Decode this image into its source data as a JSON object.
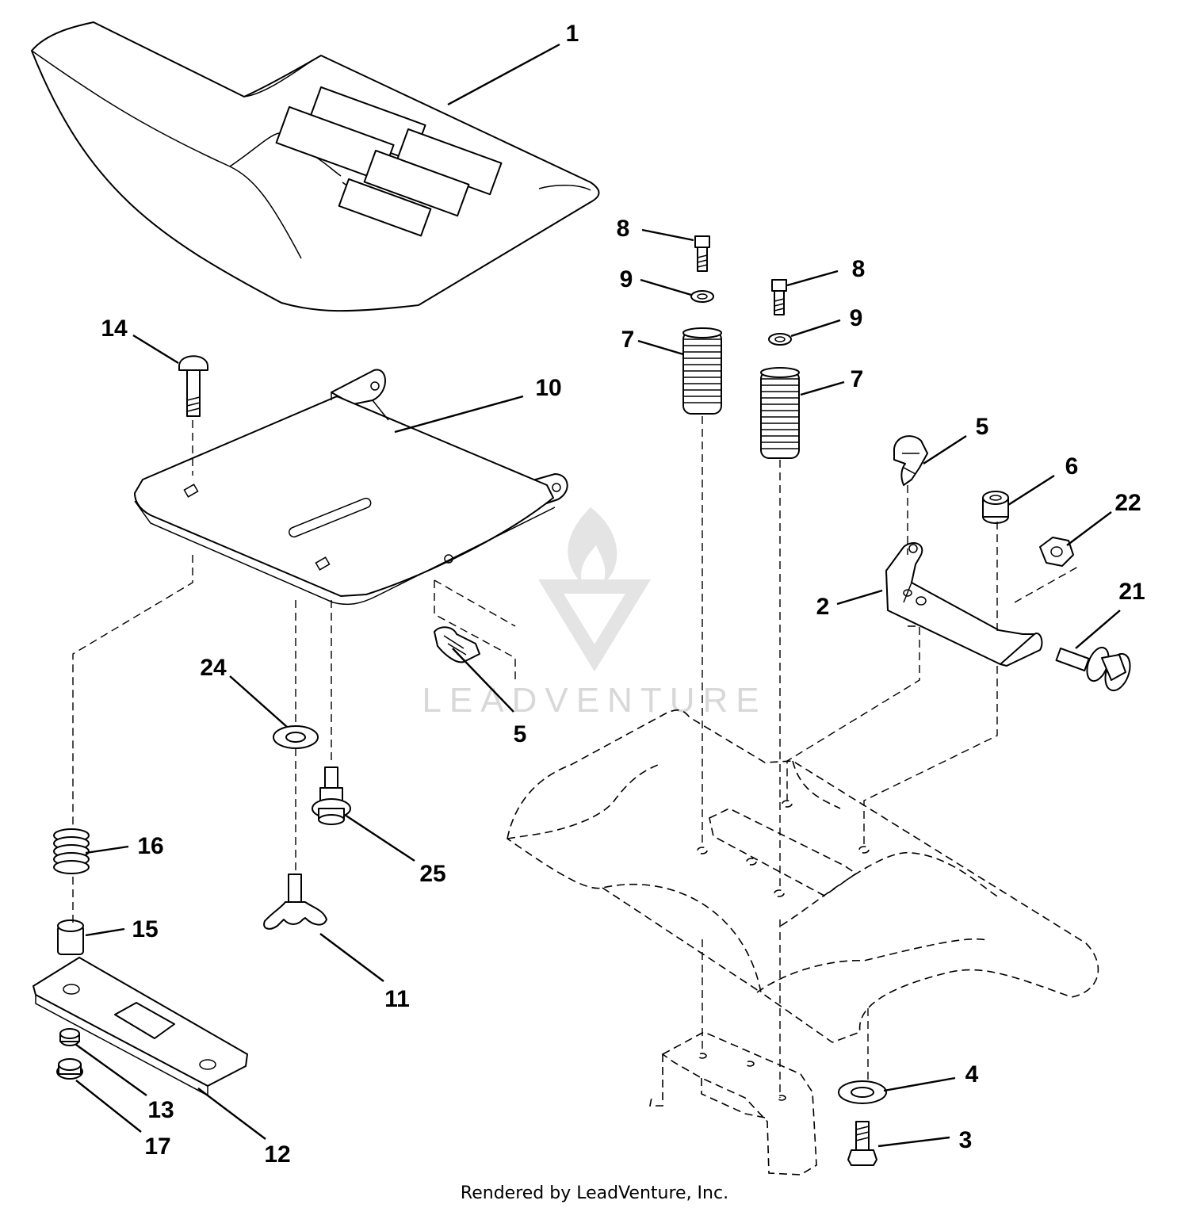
{
  "watermark": {
    "brand": "LEADVENTURE"
  },
  "footer": {
    "credit": "Rendered by LeadVenture, Inc."
  },
  "callouts": [
    {
      "id": "c1",
      "label": "1"
    },
    {
      "id": "c2",
      "label": "2"
    },
    {
      "id": "c3",
      "label": "3"
    },
    {
      "id": "c4",
      "label": "4"
    },
    {
      "id": "c5a",
      "label": "5"
    },
    {
      "id": "c5b",
      "label": "5"
    },
    {
      "id": "c6",
      "label": "6"
    },
    {
      "id": "c7a",
      "label": "7"
    },
    {
      "id": "c7b",
      "label": "7"
    },
    {
      "id": "c8a",
      "label": "8"
    },
    {
      "id": "c8b",
      "label": "8"
    },
    {
      "id": "c9a",
      "label": "9"
    },
    {
      "id": "c9b",
      "label": "9"
    },
    {
      "id": "c10",
      "label": "10"
    },
    {
      "id": "c11",
      "label": "11"
    },
    {
      "id": "c12",
      "label": "12"
    },
    {
      "id": "c13",
      "label": "13"
    },
    {
      "id": "c14",
      "label": "14"
    },
    {
      "id": "c15",
      "label": "15"
    },
    {
      "id": "c16",
      "label": "16"
    },
    {
      "id": "c17",
      "label": "17"
    },
    {
      "id": "c21",
      "label": "21"
    },
    {
      "id": "c22",
      "label": "22"
    },
    {
      "id": "c24",
      "label": "24"
    },
    {
      "id": "c25",
      "label": "25"
    }
  ]
}
